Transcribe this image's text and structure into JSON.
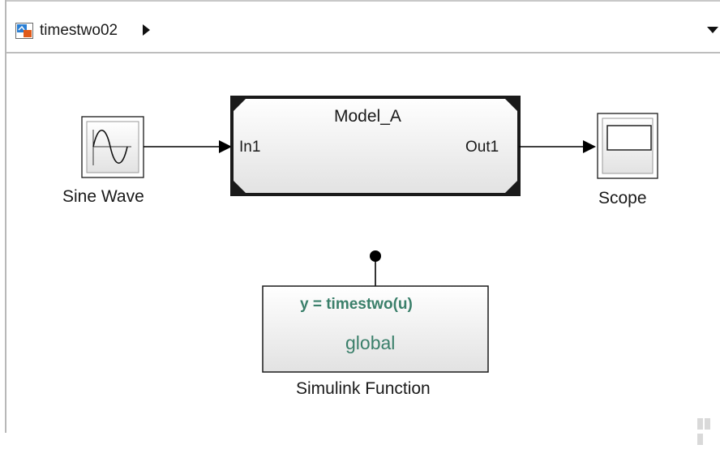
{
  "toolbar": {
    "model_name": "timestwo02",
    "icons": {
      "model": "simulink-model-icon",
      "breadcrumb": "chevron-right-icon",
      "menu": "chevron-down-icon"
    }
  },
  "blocks": {
    "sine": {
      "label": "Sine Wave",
      "icon": "sine-wave-icon"
    },
    "model_ref": {
      "title": "Model_A",
      "in_port": "In1",
      "out_port": "Out1"
    },
    "scope": {
      "label": "Scope",
      "icon": "scope-screen-icon"
    },
    "sim_function": {
      "prototype": "y = timestwo(u)",
      "scope": "global",
      "label": "Simulink Function"
    }
  },
  "colors": {
    "function_text": "#3a7f6a",
    "block_border": "#1a1a1a",
    "line": "#000000"
  }
}
